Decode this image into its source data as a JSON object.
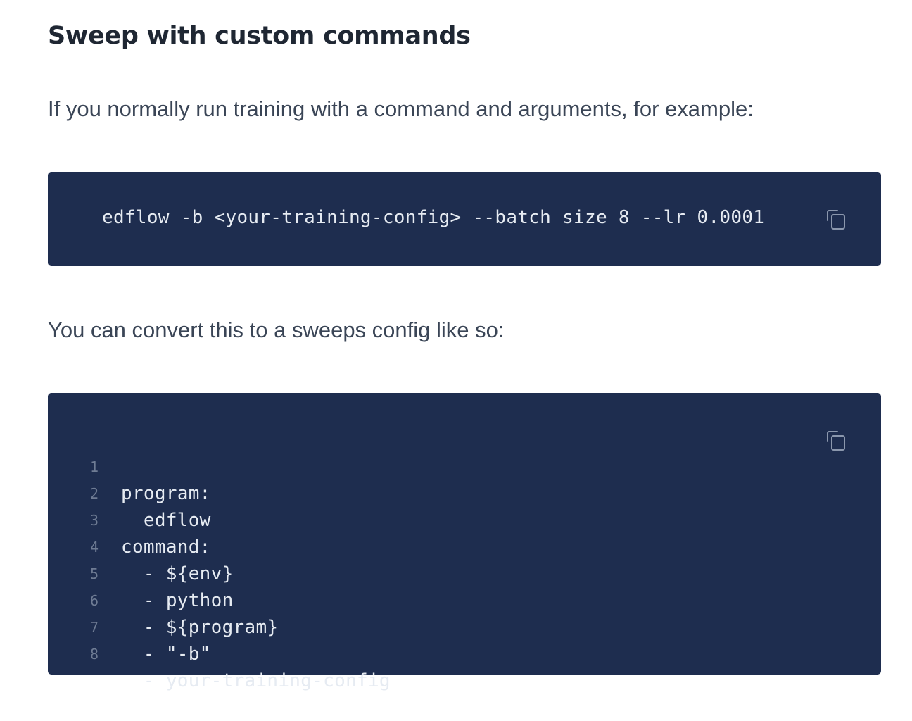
{
  "heading": "Sweep with custom commands",
  "paragraphs": {
    "intro": "If you normally run training with a command and arguments, for example:",
    "convert": "You can convert this to a sweeps config like so:"
  },
  "code_block_1": {
    "code": "edflow -b <your-training-config> --batch_size 8 --lr 0.0001",
    "copy_icon": "copy-icon"
  },
  "code_block_2": {
    "copy_icon": "copy-icon",
    "lines": [
      {
        "num": "1",
        "text": "program:"
      },
      {
        "num": "2",
        "text": "  edflow"
      },
      {
        "num": "3",
        "text": "command:"
      },
      {
        "num": "4",
        "text": "  - ${env}"
      },
      {
        "num": "5",
        "text": "  - python"
      },
      {
        "num": "6",
        "text": "  - ${program}"
      },
      {
        "num": "7",
        "text": "  - \"-b\""
      },
      {
        "num": "8",
        "text": "  - your-training-config"
      }
    ]
  },
  "colors": {
    "code_background": "#1e2d4f",
    "code_text": "#e6ebf2",
    "line_number": "#6f7c94",
    "heading": "#1f2733",
    "body_text": "#3a4556"
  }
}
